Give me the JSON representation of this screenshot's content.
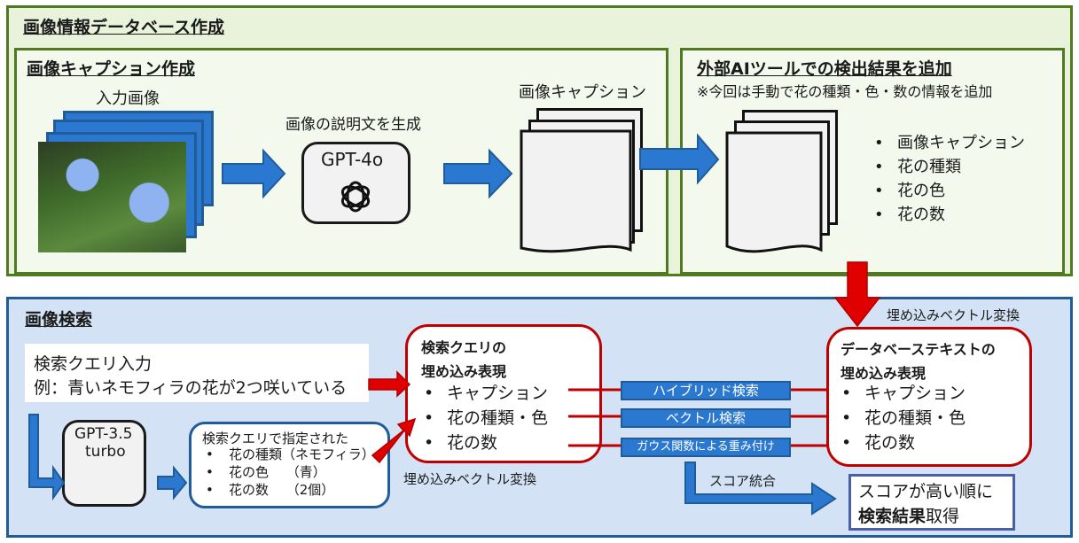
{
  "db_section": {
    "title": "画像情報データベース作成",
    "caption_panel": {
      "title": "画像キャプション作成",
      "input_label": "入力画像",
      "step_label": "画像の説明文を生成",
      "model": "GPT-4o",
      "output_label": "画像キャプション"
    },
    "ext_panel": {
      "title": "外部AIツールでの検出結果を追加",
      "note": "※今回は手動で花の種類・色・数の情報を追加",
      "items": [
        "画像キャプション",
        "花の種類",
        "花の色",
        "花の数"
      ]
    }
  },
  "search_section": {
    "title": "画像検索",
    "query_input": {
      "label": "検索クエリ入力",
      "example": "例：青いネモフィラの花が2つ咲いている"
    },
    "model": {
      "line1": "GPT-3.5",
      "line2": "turbo"
    },
    "extracted": {
      "title": "検索クエリで指定された",
      "items": [
        "花の種類（ネモフィラ）",
        "花の色　 （青）",
        "花の数　 （2個）"
      ]
    },
    "query_embed": {
      "title_line1": "検索クエリの",
      "title_line2": "埋め込み表現",
      "items": [
        "キャプション",
        "花の種類・色",
        "花の数"
      ],
      "vector_label": "埋め込みベクトル変換"
    },
    "methods": [
      "ハイブリッド検索",
      "ベクトル検索",
      "ガウス関数による重み付け"
    ],
    "db_embed": {
      "title_line1": "データベーステキストの",
      "title_line2": "埋め込み表現",
      "items": [
        "キャプション",
        "花の種類・色",
        "花の数"
      ],
      "vector_label": "埋め込みベクトル変換"
    },
    "score_label": "スコア統合",
    "result": {
      "line1": "スコアが高い順に",
      "bold": "検索結果",
      "tail": "取得"
    }
  },
  "colors": {
    "green_border": "#4f7a20",
    "blue_border": "#1f5c99",
    "arrow_blue": "#2b78d0",
    "arrow_red": "#e00000",
    "red_border": "#c00000"
  }
}
